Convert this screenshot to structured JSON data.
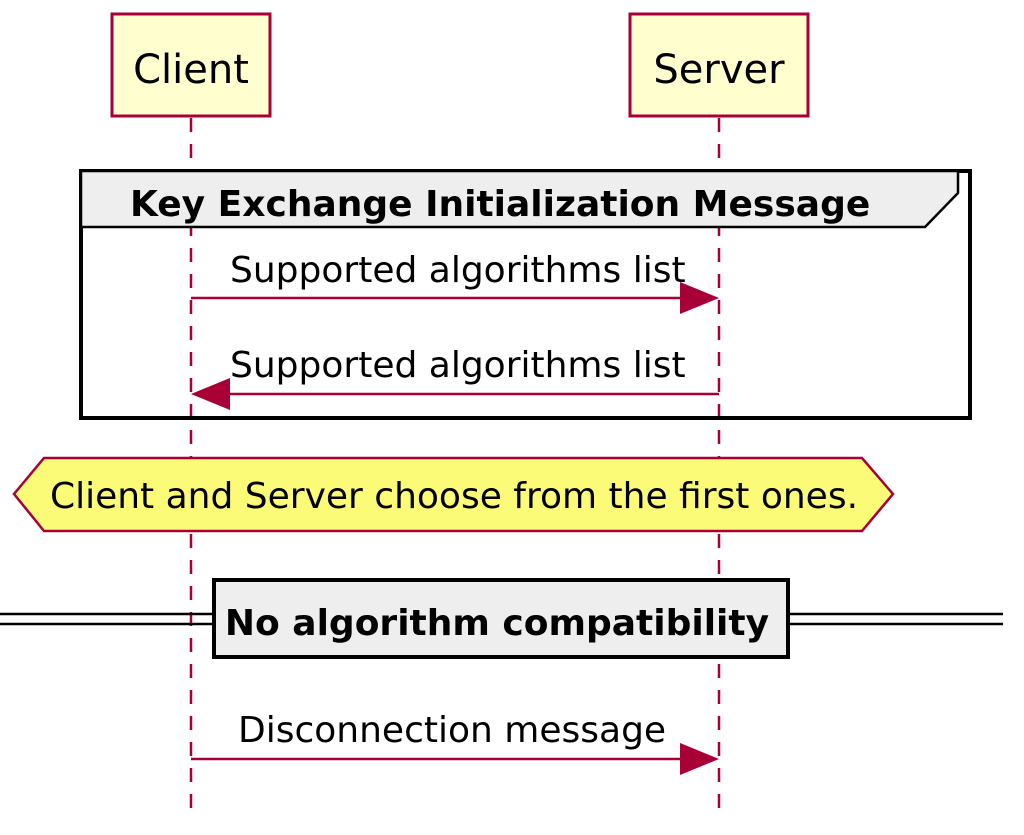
{
  "participants": {
    "client": "Client",
    "server": "Server"
  },
  "group": {
    "title": "Key Exchange Initialization Message"
  },
  "messages": {
    "m1": "Supported algorithms list",
    "m2": "Supported algorithms list",
    "m3": "Disconnection message"
  },
  "note": {
    "text": "Client and Server choose from the first ones."
  },
  "divider": {
    "text": "No algorithm compatibility"
  },
  "colors": {
    "participant_fill": "#fefece",
    "participant_stroke": "#a80036",
    "arrow": "#a80036",
    "group_header_fill": "#eeeeee",
    "divider_fill": "#eeeeee",
    "note_fill": "#fbfb77"
  }
}
